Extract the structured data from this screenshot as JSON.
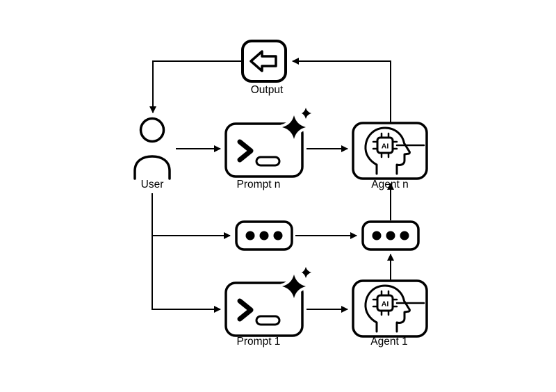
{
  "diagram": {
    "title": "Multi-agent prompt pipeline diagram",
    "colors": {
      "ink": "#000000",
      "background": "#ffffff"
    },
    "chip_text": "AI",
    "nodes": {
      "output": {
        "label": "Output",
        "icon": "return-arrow-icon"
      },
      "user": {
        "label": "User",
        "icon": "person-icon"
      },
      "prompt_n": {
        "label": "Prompt n",
        "icon": "terminal-sparkle-icon"
      },
      "agent_n": {
        "label": "Agent n",
        "icon": "head-ai-chip-icon"
      },
      "ellipsis_left": {
        "label": "",
        "icon": "ellipsis-icon"
      },
      "ellipsis_right": {
        "label": "",
        "icon": "ellipsis-icon"
      },
      "prompt_1": {
        "label": "Prompt 1",
        "icon": "terminal-sparkle-icon"
      },
      "agent_1": {
        "label": "Agent 1",
        "icon": "head-ai-chip-icon"
      }
    },
    "edges": [
      "agent-n to output",
      "output to user",
      "user to prompt-n",
      "prompt-n to agent-n",
      "user to ellipsis-left",
      "user to prompt-1",
      "ellipsis-left to ellipsis-right",
      "prompt-1 to agent-1",
      "agent-1 to ellipsis-right",
      "ellipsis-right to agent-n"
    ]
  }
}
